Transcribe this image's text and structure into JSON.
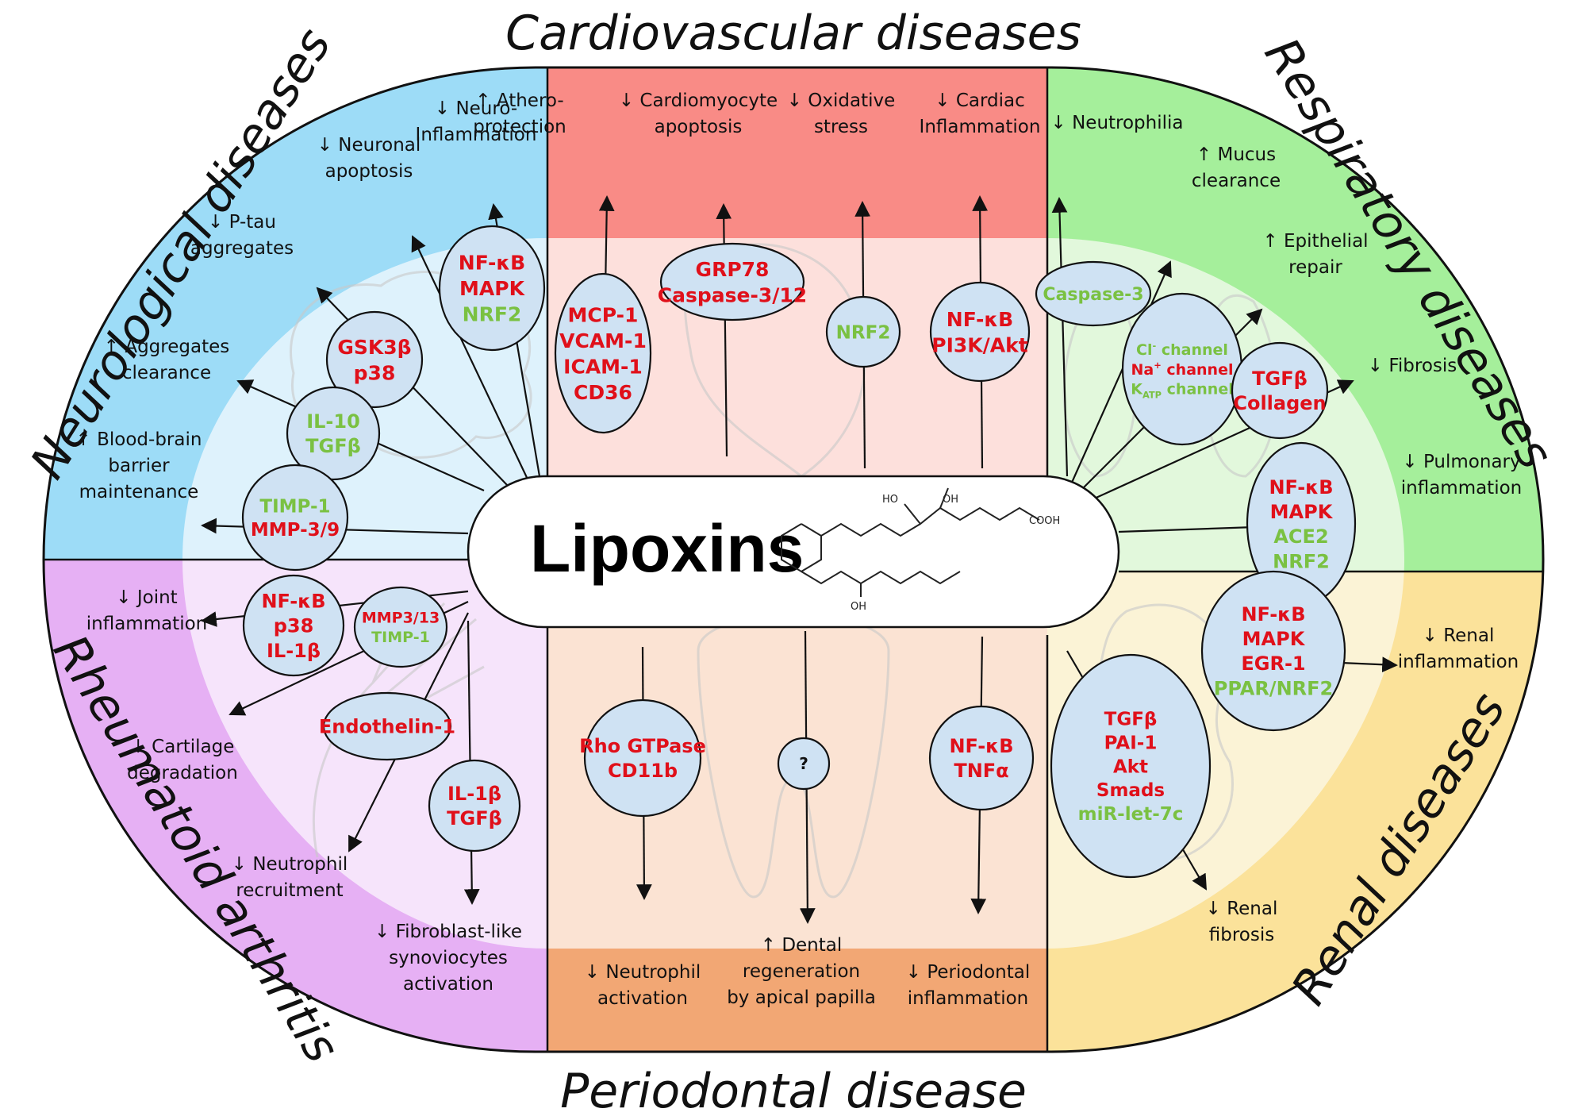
{
  "center": {
    "title": "Lipoxins",
    "chem_labels": [
      "HO",
      "OH",
      "COOH",
      "OH"
    ]
  },
  "colors": {
    "neuro": "#9ddcf7",
    "neuro_light": "#def2fc",
    "cardio": "#f98b86",
    "cardio_light": "#fde0dc",
    "resp": "#a5ef9b",
    "resp_light": "#e2f8dc",
    "renal": "#fbe29a",
    "renal_light": "#fbf3d6",
    "perio": "#f2a774",
    "perio_light": "#fbe3d3",
    "rheum": "#e6b0f4",
    "rheum_light": "#f6e4fb",
    "red_text": "#e0101a",
    "green_text": "#7ac142",
    "bubble": "#cfe2f3"
  },
  "sections": {
    "cardio": {
      "title": "Cardiovascular diseases",
      "outcomes": [
        [
          "↑ Athero-",
          "protection"
        ],
        [
          "↓ Cardiomyocyte",
          "apoptosis"
        ],
        [
          "↓ Oxidative",
          "stress"
        ],
        [
          "↓ Cardiac",
          "Inflammation"
        ]
      ],
      "mediators": [
        [
          {
            "t": "MCP-1",
            "c": "red"
          },
          {
            "t": "VCAM-1",
            "c": "red"
          },
          {
            "t": "ICAM-1",
            "c": "red"
          },
          {
            "t": "CD36",
            "c": "red"
          }
        ],
        [
          {
            "t": "GRP78",
            "c": "red"
          },
          {
            "t": "Caspase-3/12",
            "c": "red"
          }
        ],
        [
          {
            "t": "NRF2",
            "c": "green"
          }
        ],
        [
          {
            "t": "NF-κB",
            "c": "red"
          },
          {
            "t": "PI3K/Akt",
            "c": "red"
          }
        ]
      ]
    },
    "neuro": {
      "title": "Neurological diseases",
      "outcomes": [
        [
          "↓ Neuro-",
          "Inflammation"
        ],
        [
          "↓ Neuronal",
          "apoptosis"
        ],
        [
          "↓ P-tau",
          "aggregates"
        ],
        [
          "↑ Aggregates",
          "clearance"
        ],
        [
          "↑ Blood-brain",
          "barrier",
          "maintenance"
        ]
      ],
      "mediators": [
        [
          {
            "t": "NF-κB",
            "c": "red"
          },
          {
            "t": "MAPK",
            "c": "red"
          },
          {
            "t": "NRF2",
            "c": "green"
          }
        ],
        [
          {
            "t": "GSK3β",
            "c": "red"
          },
          {
            "t": "p38",
            "c": "red"
          }
        ],
        [
          {
            "t": "IL-10",
            "c": "green"
          },
          {
            "t": "TGFβ",
            "c": "green"
          }
        ],
        [
          {
            "t": "TIMP-1",
            "c": "green"
          },
          {
            "t": "MMP-3/9",
            "c": "red"
          }
        ]
      ]
    },
    "resp": {
      "title": "Respiratory diseases",
      "outcomes": [
        [
          "↓ Neutrophilia"
        ],
        [
          "↑ Mucus",
          "clearance"
        ],
        [
          "↑ Epithelial",
          "repair"
        ],
        [
          "↓ Fibrosis"
        ],
        [
          "↓ Pulmonary",
          "inflammation"
        ]
      ],
      "mediators": [
        [
          {
            "t": "Caspase-3",
            "c": "green"
          }
        ],
        [
          {
            "t": "Cl",
            "sup": "-",
            "rest": " channel",
            "c": "green"
          },
          {
            "t": "Na",
            "sup": "+",
            "rest": " channel",
            "c": "red"
          },
          {
            "t": "K",
            "sub": "ATP",
            "rest": " channel",
            "c": "green"
          }
        ],
        [
          {
            "t": "TGFβ",
            "c": "red"
          },
          {
            "t": "Collagen",
            "c": "red"
          }
        ],
        [
          {
            "t": "NF-κB",
            "c": "red"
          },
          {
            "t": "MAPK",
            "c": "red"
          },
          {
            "t": "ACE2",
            "c": "green"
          },
          {
            "t": "NRF2",
            "c": "green"
          }
        ]
      ]
    },
    "renal": {
      "title": "Renal diseases",
      "outcomes": [
        [
          "↓ Renal",
          "inflammation"
        ],
        [
          "↓ Renal",
          "fibrosis"
        ]
      ],
      "mediators": [
        [
          {
            "t": "NF-κB",
            "c": "red"
          },
          {
            "t": "MAPK",
            "c": "red"
          },
          {
            "t": "EGR-1",
            "c": "red"
          },
          {
            "t": "PPAR/NRF2",
            "c": "green"
          }
        ],
        [
          {
            "t": "TGFβ",
            "c": "red"
          },
          {
            "t": "PAI-1",
            "c": "red"
          },
          {
            "t": "Akt",
            "c": "red"
          },
          {
            "t": "Smads",
            "c": "red"
          },
          {
            "t": "miR-let-7c",
            "c": "green"
          }
        ]
      ]
    },
    "perio": {
      "title": "Periodontal disease",
      "outcomes": [
        [
          "↓ Neutrophil",
          "activation"
        ],
        [
          "↑ Dental",
          "regeneration",
          "by apical papilla"
        ],
        [
          "↓ Periodontal",
          "inflammation"
        ]
      ],
      "mediators": [
        [
          {
            "t": "Rho GTPase",
            "c": "red"
          },
          {
            "t": "CD11b",
            "c": "red"
          }
        ],
        [
          {
            "t": "?",
            "c": "black"
          }
        ],
        [
          {
            "t": "NF-κB",
            "c": "red"
          },
          {
            "t": "TNFα",
            "c": "red"
          }
        ]
      ]
    },
    "rheum": {
      "title": "Rheumatoid arthritis",
      "outcomes": [
        [
          "↓ Joint",
          "inflammation"
        ],
        [
          "↓ Cartilage",
          "degradation"
        ],
        [
          "↓ Neutrophil",
          "recruitment"
        ],
        [
          "↓ Fibroblast-like",
          "synoviocytes",
          "activation"
        ]
      ],
      "mediators": [
        [
          {
            "t": "NF-κB",
            "c": "red"
          },
          {
            "t": "p38",
            "c": "red"
          },
          {
            "t": "IL-1β",
            "c": "red"
          }
        ],
        [
          {
            "t": "MMP3/13",
            "c": "red"
          },
          {
            "t": "TIMP-1",
            "c": "green"
          }
        ],
        [
          {
            "t": "Endothelin-1",
            "c": "red"
          }
        ],
        [
          {
            "t": "IL-1β",
            "c": "red"
          },
          {
            "t": "TGFβ",
            "c": "red"
          }
        ]
      ]
    }
  }
}
